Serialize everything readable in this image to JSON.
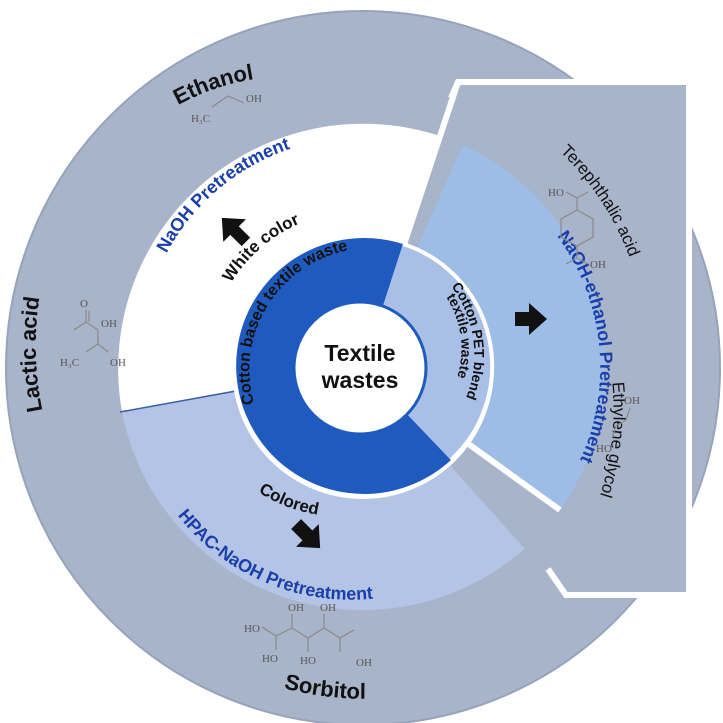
{
  "diagram": {
    "center": {
      "line1": "Textile",
      "line2": "wastes"
    },
    "inner_ring": {
      "cotton_based": "Cotton based textile waste",
      "blend_line1": "Cotton PET blend",
      "blend_line2": "textile waste"
    },
    "pretreatments": {
      "white_color": "White color",
      "colored": "Colored",
      "naoh": "NaOH Pretreatment",
      "hpac": "HPAC-NaOH Pretreatment",
      "naoh_ethanol": "NaOH-ethanol Pretreatment"
    },
    "products": {
      "ethanol": "Ethanol",
      "lactic_acid": "Lactic acid",
      "sorbitol": "Sorbitol",
      "terephthalic_acid": "Terephthalic acid",
      "ethylene_glycol": "Ethylene glycol"
    },
    "structure_labels": {
      "ethanol_h3c": "H₃C",
      "ethanol_oh": "OH",
      "lactic_oh1": "OH",
      "lactic_oh2": "OH",
      "lactic_o": "O",
      "lactic_h3c": "H₃C",
      "tpa_ho": "HO",
      "tpa_oh": "OH",
      "eg_ho": "HO",
      "eg_oh": "OH",
      "sorb_ho1": "HO",
      "sorb_oh1": "OH",
      "sorb_oh2": "OH",
      "sorb_ho2": "HO",
      "sorb_ho3": "HO",
      "sorb_oh3": "OH"
    },
    "colors": {
      "outer_ring": "#a8b4c9",
      "white_sector": "#ffffff",
      "hpac_sector": "#b3c4e6",
      "ethanol_sector": "#9dbde6",
      "cotton_ring": "#1f5bbf",
      "blend_ring": "#a9bfe6",
      "title_blue": "#1a3fa8",
      "arrow": "#111111"
    },
    "icons": [
      "up-left-arrow-icon",
      "right-arrow-icon",
      "down-right-arrow-icon"
    ]
  }
}
